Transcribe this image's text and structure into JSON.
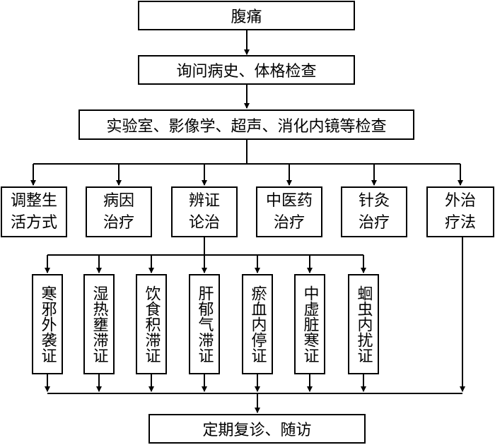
{
  "flow": {
    "top": "腹痛",
    "step2": "询问病史、体格检查",
    "step3": "实验室、影像学、超声、消化内镜等检查",
    "treatments": [
      "调整生\n活方式",
      "病因\n治疗",
      "辨证\n论治",
      "中医药\n治疗",
      "针灸\n治疗",
      "外治\n疗法"
    ],
    "syndromes": [
      "寒邪外袭证",
      "湿热壅滞证",
      "饮食积滞证",
      "肝郁气滞证",
      "瘀血内停证",
      "中虚脏寒证",
      "蛔虫内扰证"
    ],
    "bottom": "定期复诊、随访"
  }
}
